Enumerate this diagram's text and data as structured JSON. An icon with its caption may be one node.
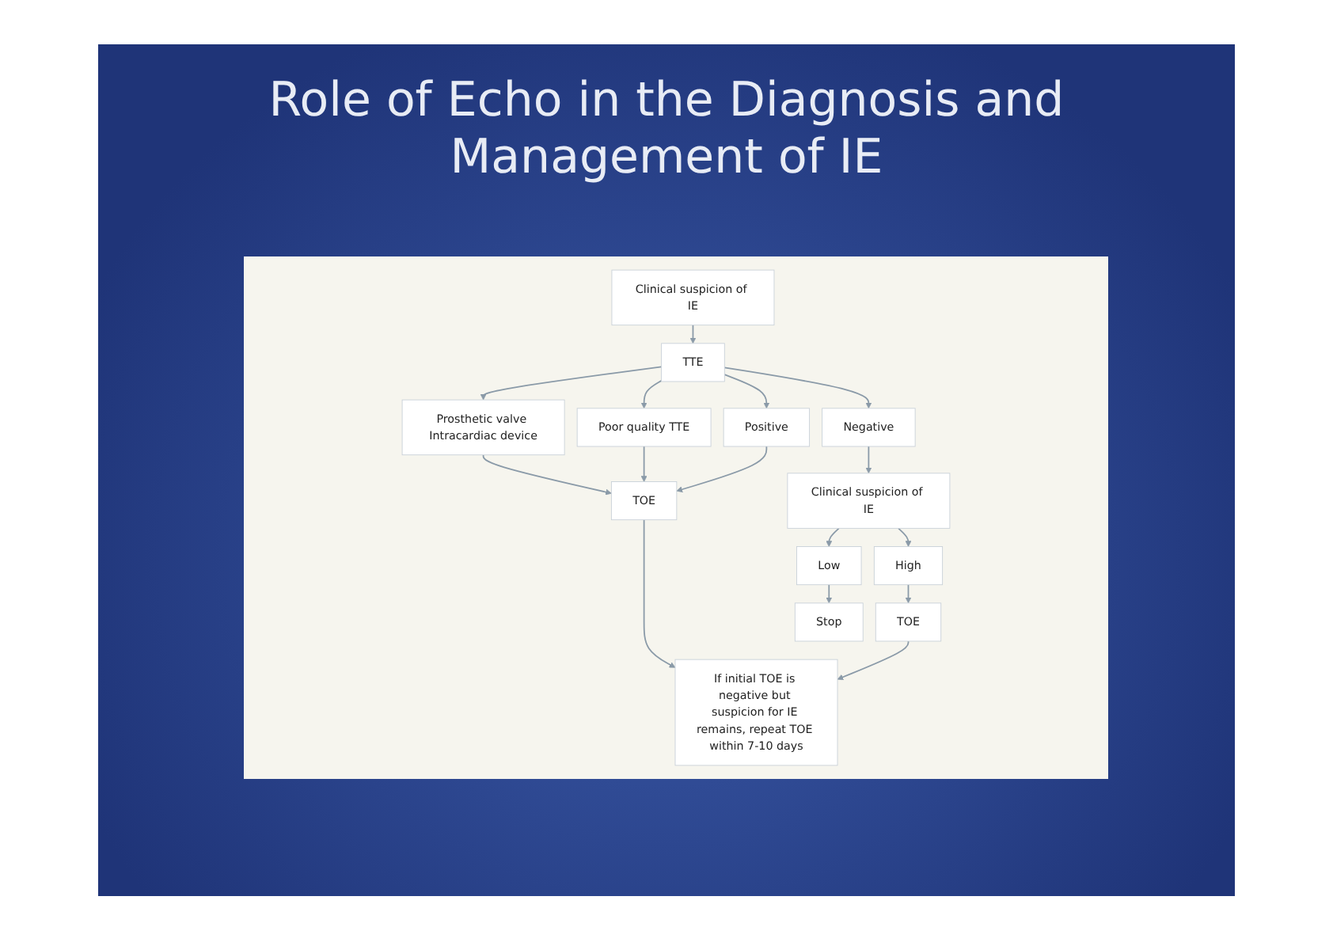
{
  "diagram": {
    "title": "Role of Echo in the Diagnosis and Management of IE",
    "nodes": [
      {
        "text": [
          "Clinical suspicion of IE"
        ]
      },
      {
        "text": [
          "TTE"
        ]
      },
      {
        "text": [
          "Prosthetic valve Intracardiac device"
        ]
      },
      {
        "text": [
          "Poor quality TTE"
        ]
      },
      {
        "text": [
          "Positive"
        ]
      },
      {
        "text": [
          "Negative"
        ]
      },
      {
        "text": [
          "Clinical suspicion of IE"
        ]
      },
      {
        "text": [
          "High"
        ]
      },
      {
        "text": [
          "TOE"
        ]
      },
      {
        "text": [
          "Low"
        ]
      },
      {
        "text": [
          "Stop"
        ]
      },
      {
        "text": [
          "TOE"
        ]
      },
      {
        "text": [
          "If initial TOE is negative but suspicion for IE remains, repeat TOE within 7-10 days"
        ]
      }
    ],
    "edges": [
      {
        "from": 0,
        "to": 1,
        "arrow": "to"
      },
      {
        "from": 1,
        "to": 2,
        "arrow": "to"
      },
      {
        "from": 1,
        "to": 3,
        "arrow": "to"
      },
      {
        "from": 1,
        "to": 4,
        "arrow": "to"
      },
      {
        "from": 1,
        "to": 5,
        "arrow": "to"
      },
      {
        "from": 5,
        "to": 6,
        "arrow": "to"
      },
      {
        "from": 6,
        "to": 7,
        "arrow": "to"
      },
      {
        "from": 6,
        "to": 9,
        "arrow": "to"
      },
      {
        "from": 7,
        "to": 8,
        "arrow": "to"
      },
      {
        "from": 9,
        "to": 10,
        "arrow": "to"
      },
      {
        "from": 2,
        "to": 11,
        "arrow": "to"
      },
      {
        "from": 3,
        "to": 11,
        "arrow": "to"
      },
      {
        "from": 4,
        "to": 11,
        "arrow": "to"
      },
      {
        "from": 11,
        "to": 12,
        "arrow": "to"
      },
      {
        "from": 8,
        "to": 12,
        "arrow": "to"
      }
    ]
  }
}
